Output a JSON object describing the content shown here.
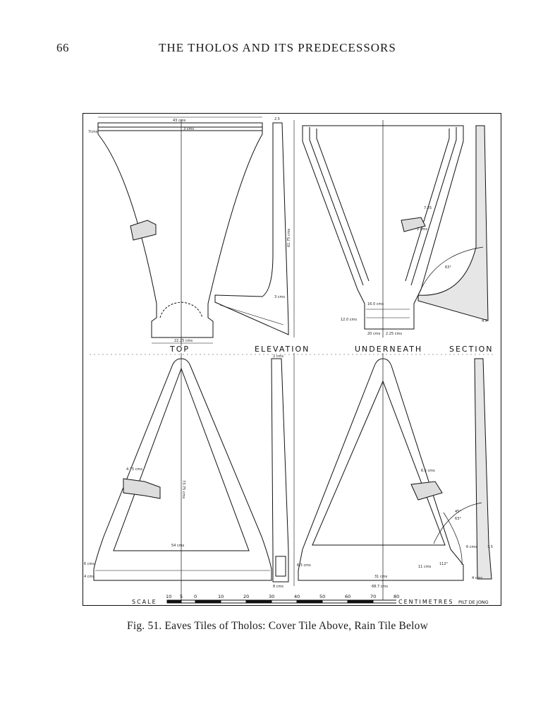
{
  "header": {
    "page_number": "66",
    "running_title": "THE THOLOS AND ITS PREDECESSORS"
  },
  "figure": {
    "view_labels": {
      "top": "TOP",
      "elevation": "ELEVATION",
      "underneath": "UNDERNEATH",
      "section": "SECTION"
    },
    "dimensions": {
      "cover_width": "43 cms",
      "cover_inner": "3 cms",
      "cover_edge": "7cms",
      "cover_base": "22.25 cms",
      "elev_top": "2.5",
      "elev_height": "61.75 cms",
      "elev_small": "3 cms",
      "under_slope": "7.25",
      "under_depth": "2 cms",
      "under_base_a": "16.0 cms",
      "under_base_b": "12.0 cms",
      "under_w1": "20 cms",
      "under_w2": "2.25 cms",
      "section_angle": "63°",
      "section_small": "4.5",
      "rain_height": "73.75 cms",
      "rain_side": "4.75 cms",
      "rain_mid": "54 cms",
      "rain_edge_a": "6 cms",
      "rain_edge_b": "4 cms",
      "rain_elev_top": "2 cms",
      "rain_elev_base": "8 cms",
      "rain_under_side": "6.5 cms",
      "rain_under_left": "6.5 cms",
      "rain_under_mid": "31 cms",
      "rain_under_total": "68.7 cms",
      "rain_under_small": "11 cms",
      "rain_under_angle": "112°",
      "rain_sec_a": "45°",
      "rain_sec_b": "63°",
      "rain_sec_c": "6 cms",
      "rain_sec_d": "3.5",
      "rain_sec_e": "4 cms"
    },
    "scale": {
      "left_word": "SCALE",
      "right_word": "CENTIMETRES",
      "ticks": [
        "10",
        "5",
        "0",
        "10",
        "20",
        "30",
        "40",
        "50",
        "60",
        "70",
        "80"
      ],
      "credit": "PILT DE JONG"
    }
  },
  "caption": {
    "text": "Fig. 51.  Eaves Tiles of Tholos: Cover Tile Above, Rain Tile Below"
  }
}
